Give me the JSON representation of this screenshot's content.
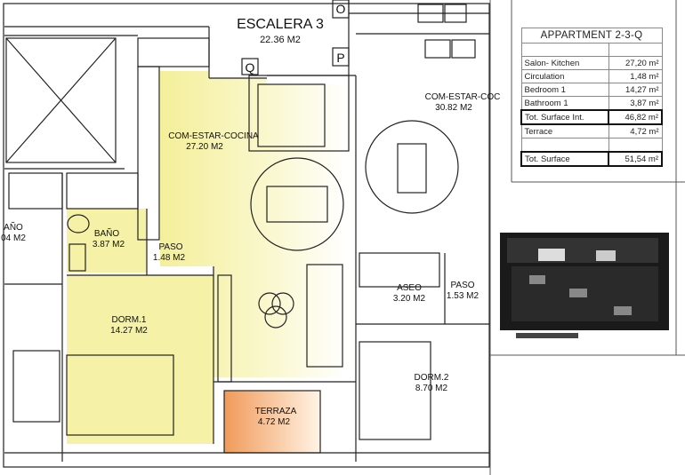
{
  "plan": {
    "rooms": [
      {
        "name": "ESCALERA 3",
        "area": "22.36 M2"
      },
      {
        "name": "COM-ESTAR-COCINA",
        "area": "27.20 M2"
      },
      {
        "name": "COM-ESTAR-COC",
        "area": "30.82 M2"
      },
      {
        "name": "BAÑO",
        "area": "3.87 M2"
      },
      {
        "name": "AÑO",
        "area": "04 M2"
      },
      {
        "name": "PASO",
        "area": "1.48 M2"
      },
      {
        "name": "DORM.1",
        "area": "14.27 M2"
      },
      {
        "name": "ASEO",
        "area": "3.20 M2"
      },
      {
        "name": "PASO",
        "area": "1.53 M2"
      },
      {
        "name": "DORM.2",
        "area": "8.70 M2"
      },
      {
        "name": "TERRAZA",
        "area": "4.72 M2"
      }
    ],
    "markers": [
      "O",
      "P",
      "Q"
    ],
    "colors": {
      "living": "#f6f2a8",
      "bedroom": "#f7f3b0",
      "terrace": "#f2a66a",
      "walls": "#222222"
    }
  },
  "table": {
    "title": "APPARTMENT 2-3-Q",
    "rows": [
      {
        "label": "",
        "value": ""
      },
      {
        "label": "Salon- Kitchen",
        "value": "27,20 m²"
      },
      {
        "label": "Circulation",
        "value": "1,48 m²"
      },
      {
        "label": "Bedroom 1",
        "value": "14,27 m²"
      },
      {
        "label": "Bathroom 1",
        "value": "3,87 m²"
      },
      {
        "label": "Tot. Surface Int.",
        "value": "46,82 m²",
        "bold": true
      },
      {
        "label": "Terrace",
        "value": "4,72 m²"
      },
      {
        "label": "",
        "value": ""
      },
      {
        "label": "Tot. Surface",
        "value": "51,54 m²",
        "bold": true
      }
    ]
  }
}
